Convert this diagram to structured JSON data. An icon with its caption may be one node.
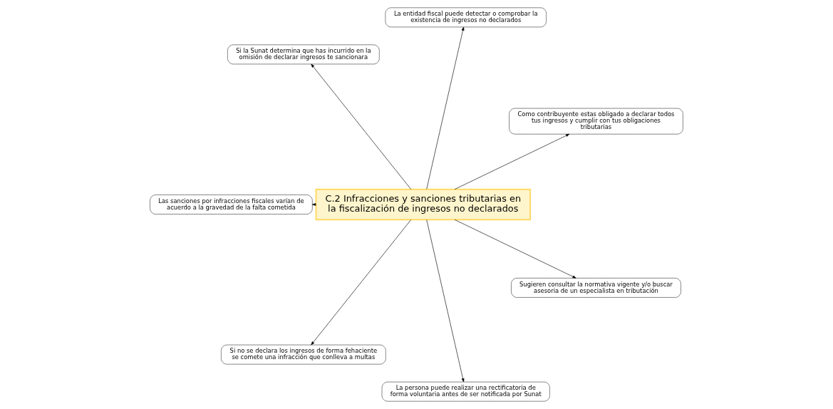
{
  "diagram": {
    "nodes": [
      {
        "text": [
          "C.2 Infracciones y sanciones tributarias en la fiscalización de ingresos no declarados"
        ]
      },
      {
        "text": [
          "Como contribuyente estas obligado a declarar todos tus ingresos y cumplir con tus obligaciones tributarias"
        ]
      },
      {
        "text": [
          "La entidad fiscal puede detectar o comprobar la existencia de ingresos no declarados"
        ]
      },
      {
        "text": [
          "Si la Sunat determina que has incurrido en la omisión de declarar ingresos te sancionara"
        ]
      },
      {
        "text": [
          "Las sanciones por infracciones fiscales varían de acuerdo a la gravedad de la falta cometida"
        ]
      },
      {
        "text": [
          "Si no se declara los ingresos de forma fehaciente se comete una infracción que conlleva a multas"
        ]
      },
      {
        "text": [
          "La persona puede realizar una rectificatoria de forma voluntaria antes de ser notificada por Sunat"
        ]
      },
      {
        "text": [
          "Sugieren consultar la normativa vigente y/o buscar asesoria de un especialista en tributación"
        ]
      }
    ],
    "edges": [
      {
        "from": 0,
        "to": 1,
        "arrow": "to"
      },
      {
        "from": 0,
        "to": 2,
        "arrow": "to"
      },
      {
        "from": 0,
        "to": 3,
        "arrow": "to"
      },
      {
        "from": 0,
        "to": 4,
        "arrow": "to"
      },
      {
        "from": 0,
        "to": 5,
        "arrow": "to"
      },
      {
        "from": 0,
        "to": 6,
        "arrow": "to"
      },
      {
        "from": 0,
        "to": 7,
        "arrow": "to"
      }
    ]
  }
}
